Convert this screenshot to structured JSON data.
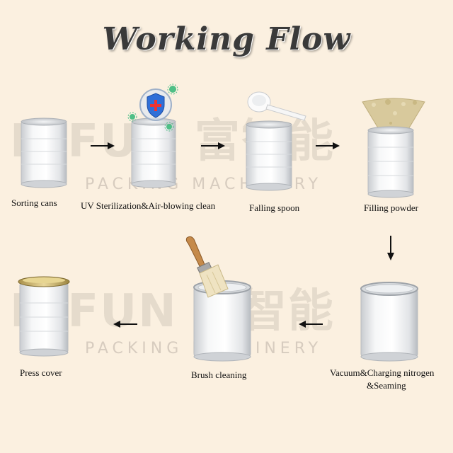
{
  "title": "Working Flow",
  "watermark": {
    "brand": "NIFUN 富智能",
    "tagline": "PACKING MACHINERY"
  },
  "steps": [
    {
      "label": "Sorting cans"
    },
    {
      "label": "UV Sterilization&Air-blowing clean"
    },
    {
      "label": "Falling spoon"
    },
    {
      "label": "Filling powder"
    },
    {
      "label": "Vacuum&Charging nitrogen",
      "label2": "&Seaming"
    },
    {
      "label": "Brush cleaning"
    },
    {
      "label": "Press cover"
    }
  ],
  "colors": {
    "background": "#fbf0e0",
    "title": "#3a3a3a",
    "arrow": "#111111",
    "can": "#eef0f2"
  },
  "icons": [
    "shield-icon",
    "germ-icon",
    "scoop-icon",
    "powder-icon",
    "brush-icon",
    "arrow-right-icon",
    "arrow-left-icon",
    "arrow-down-icon"
  ]
}
